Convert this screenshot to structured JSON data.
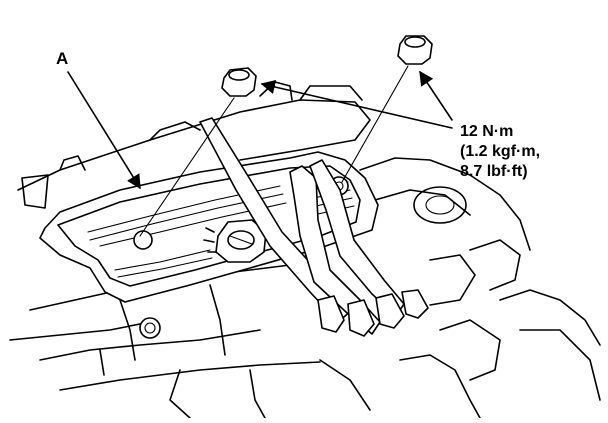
{
  "labels": {
    "part_a": "A",
    "torque_line1": "12 N·m",
    "torque_line2": "(1.2 kgf·m,",
    "torque_line3": "8.7 lbf·ft)"
  }
}
